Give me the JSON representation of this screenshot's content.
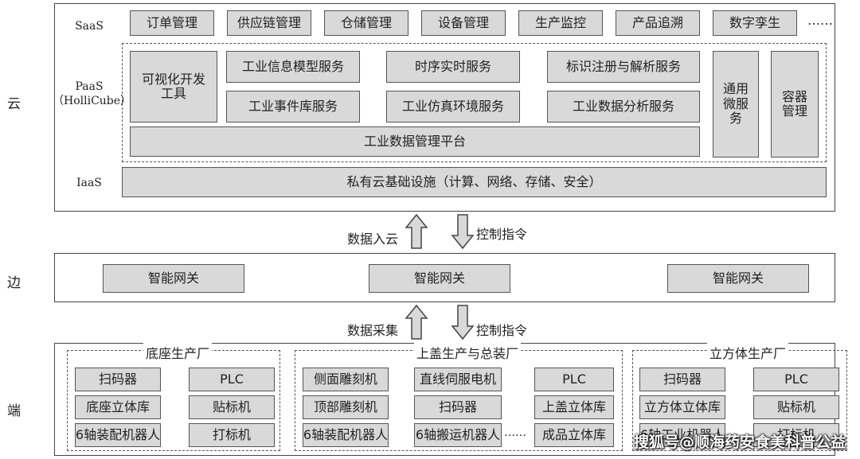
{
  "side_labels": {
    "cloud": "云",
    "edge": "边",
    "end": "端"
  },
  "saas": {
    "label": "SaaS",
    "items": [
      "订单管理",
      "供应链管理",
      "仓储管理",
      "设备管理",
      "生产监控",
      "产品追溯",
      "数字孪生"
    ],
    "more": "……"
  },
  "paas": {
    "label": "PaaS",
    "sublabel": "（HolliCube）",
    "dev_tool": "可视化开发工具",
    "services": [
      "工业信息模型服务",
      "时序实时服务",
      "标识注册与解析服务",
      "工业事件库服务",
      "工业仿真环境服务",
      "工业数据分析服务"
    ],
    "platform": "工业数据管理平台",
    "microservice": "通用微服务",
    "container": "容器管理"
  },
  "iaas": {
    "label": "IaaS",
    "content": "私有云基础设施（计算、网络、存储、安全）"
  },
  "cloud_edge_arrows": {
    "up_label": "数据入云",
    "down_label": "控制指令"
  },
  "edge": {
    "gateways": [
      "智能网关",
      "智能网关",
      "智能网关"
    ]
  },
  "edge_end_arrows": {
    "up_label": "数据采集",
    "down_label": "控制指令"
  },
  "end": {
    "groups": [
      {
        "title": "底座生产厂",
        "col1": [
          "扫码器",
          "底座立体库",
          "6轴装配机器人"
        ],
        "col2": [
          "PLC",
          "贴标机",
          "打标机"
        ]
      },
      {
        "title": "上盖生产与总装厂",
        "col1": [
          "侧面雕刻机",
          "顶部雕刻机",
          "6轴装配机器人"
        ],
        "col2": [
          "直线伺服电机",
          "扫码器",
          "6轴搬运机器人"
        ],
        "col3": [
          "PLC",
          "上盖立体库",
          "成品立体库"
        ],
        "more": "……"
      },
      {
        "title": "立方体生产厂",
        "col1": [
          "扫码器",
          "立方体立体库",
          "6轴工业机器人"
        ],
        "col2": [
          "PLC",
          "贴标机",
          "打标机"
        ]
      }
    ]
  },
  "watermark": "搜狐号@顺海药安食美科普公益",
  "colors": {
    "box_fill": "#d9d9d9",
    "border": "#555555"
  }
}
